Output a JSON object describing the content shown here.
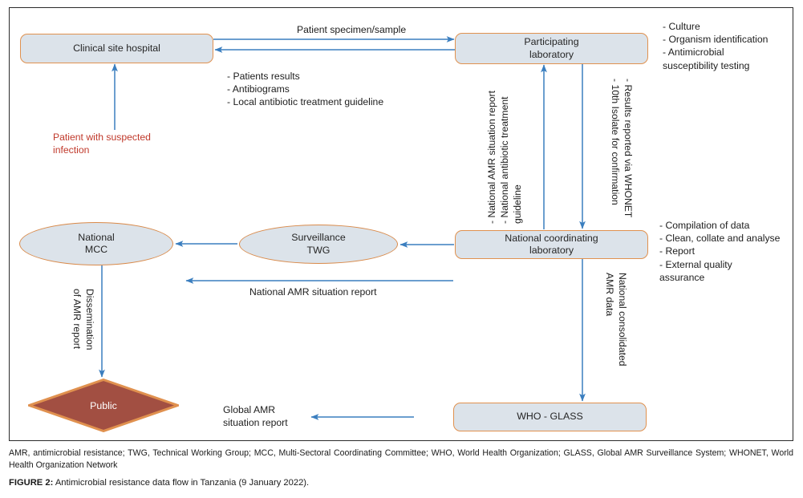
{
  "figure": {
    "caption_prefix": "FIGURE 2:",
    "caption_text": " Antimicrobial resistance data flow in Tanzania (9 January 2022).",
    "footnote": "AMR, antimicrobial resistance; TWG, Technical Working Group; MCC, Multi-Sectoral Coordinating Committee; WHO, World Health Organization; GLASS, Global AMR Surveillance System; WHONET, World Health Organization Network"
  },
  "colors": {
    "node_fill": "#dce3ea",
    "node_border": "#e0914f",
    "arrow": "#3a7ebf",
    "diamond_fill": "#a24f42",
    "diamond_border": "#e0914f",
    "alert_text": "#c0392b",
    "frame": "#2b2b2b"
  },
  "nodes": {
    "clinical_site_hospital": {
      "label": "Clinical site hospital",
      "shape": "rounded-box"
    },
    "participating_laboratory": {
      "label": "Participating\nlaboratory",
      "shape": "rounded-box"
    },
    "national_mcc": {
      "label": "National\nMCC",
      "shape": "oval"
    },
    "surveillance_twg": {
      "label": "Surveillance\nTWG",
      "shape": "oval"
    },
    "national_coordinating_laboratory": {
      "label": "National coordinating\nlaboratory",
      "shape": "rounded-box"
    },
    "public": {
      "label": "Public",
      "shape": "diamond"
    },
    "who_glass": {
      "label": "WHO - GLASS",
      "shape": "rounded-box"
    }
  },
  "edge_labels": {
    "patient_specimen": "Patient specimen/sample",
    "hospital_feedback": "- Patients results\n- Antibiograms\n- Local antibiotic treatment guideline",
    "patient_suspected_infection": "Patient with suspected\ninfection",
    "lab_activities": "- Culture\n- Organism identification\n- Antimicrobial\n  susceptibility testing",
    "ncl_to_lab_up": "- National AMR situation report\n- National antibiotic treatment\n  guideline",
    "lab_to_ncl_down": "- Results reported via WHONET\n- 10th Isolate for confirmation",
    "ncl_activities": "- Compilation of data\n- Clean, collate and analyse\n- Report\n- External quality\n  assurance",
    "national_amr_situation_report": "National AMR situation report",
    "dissemination_of_amr_report": "Dissemination\nof AMR report",
    "national_consolidated_amr_data": "National consolidated\nAMR data",
    "global_amr_situation_report": "Global AMR\nsituation report"
  }
}
